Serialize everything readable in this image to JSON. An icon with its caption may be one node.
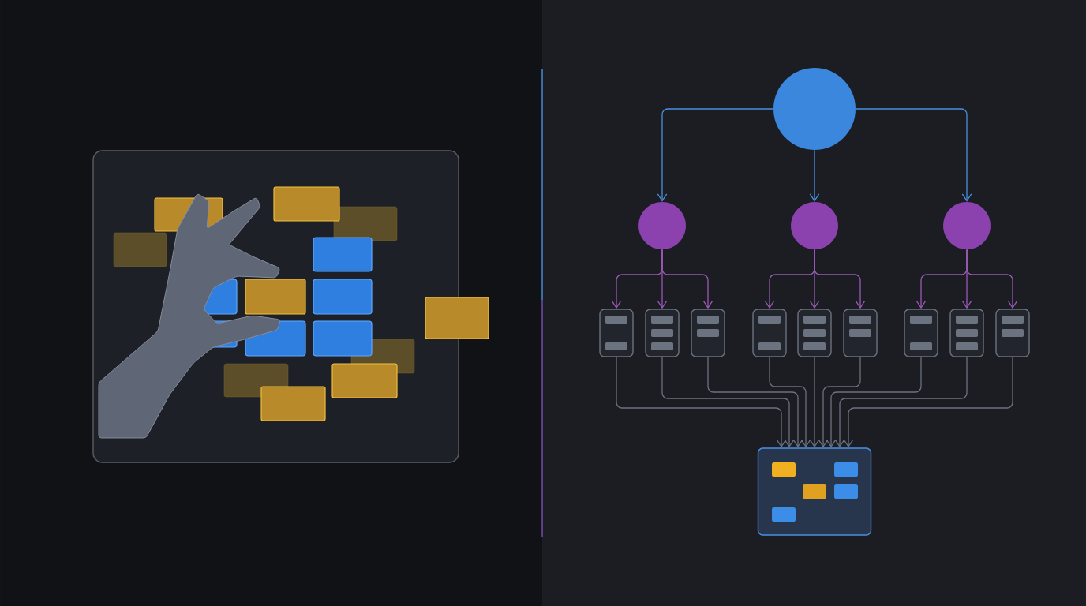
{
  "diagram": {
    "nodes": [
      {
        "text": [],
        "shape": "circle"
      },
      {
        "text": [],
        "shape": "circle"
      },
      {
        "text": [],
        "shape": "circle"
      },
      {
        "text": [],
        "shape": "circle"
      },
      {
        "text": [],
        "shape": "box"
      },
      {
        "text": [],
        "shape": "box"
      },
      {
        "text": [],
        "shape": "box"
      },
      {
        "text": [],
        "shape": "box"
      },
      {
        "text": [],
        "shape": "box"
      },
      {
        "text": [],
        "shape": "box"
      },
      {
        "text": [],
        "shape": "box"
      },
      {
        "text": [],
        "shape": "box"
      },
      {
        "text": [],
        "shape": "box"
      },
      {
        "text": [],
        "shape": "box"
      }
    ],
    "edges": [
      {
        "from": 0,
        "to": 1,
        "arrow": "to",
        "color": "#4a90e2"
      },
      {
        "from": 0,
        "to": 2,
        "arrow": "to",
        "color": "#4a90e2"
      },
      {
        "from": 0,
        "to": 3,
        "arrow": "to",
        "color": "#4a90e2"
      },
      {
        "from": 1,
        "to": 4,
        "arrow": "to"
      },
      {
        "from": 1,
        "to": 5,
        "arrow": "to"
      },
      {
        "from": 1,
        "to": 6,
        "arrow": "to"
      },
      {
        "from": 2,
        "to": 7,
        "arrow": "to"
      },
      {
        "from": 2,
        "to": 8,
        "arrow": "to"
      },
      {
        "from": 2,
        "to": 9,
        "arrow": "to"
      },
      {
        "from": 3,
        "to": 10,
        "arrow": "to"
      },
      {
        "from": 3,
        "to": 11,
        "arrow": "to"
      },
      {
        "from": 3,
        "to": 12,
        "arrow": "to"
      },
      {
        "from": 4,
        "to": 13,
        "arrow": "to",
        "color": "#6b7280"
      },
      {
        "from": 5,
        "to": 13,
        "arrow": "to",
        "color": "#6b7280"
      },
      {
        "from": 6,
        "to": 13,
        "arrow": "to",
        "color": "#6b7280"
      },
      {
        "from": 7,
        "to": 13,
        "arrow": "to",
        "color": "#6b7280"
      },
      {
        "from": 8,
        "to": 13,
        "arrow": "to",
        "color": "#6b7280"
      },
      {
        "from": 9,
        "to": 13,
        "arrow": "to",
        "color": "#6b7280"
      },
      {
        "from": 10,
        "to": 13,
        "arrow": "to",
        "color": "#6b7280"
      },
      {
        "from": 11,
        "to": 13,
        "arrow": "to",
        "color": "#6b7280"
      },
      {
        "from": 12,
        "to": 13,
        "arrow": "to",
        "color": "#6b7280"
      }
    ]
  }
}
